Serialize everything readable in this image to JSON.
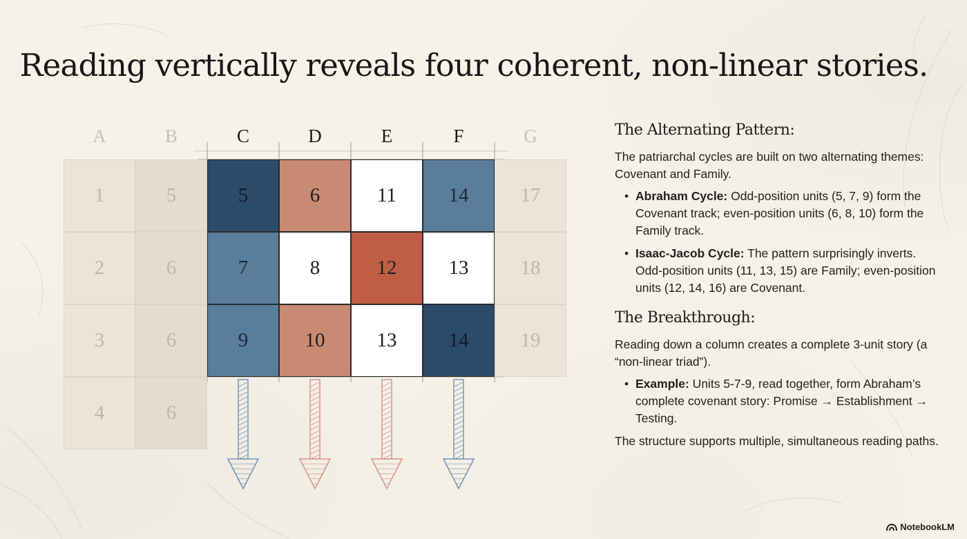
{
  "title": "Reading vertically reveals four coherent, non-linear stories.",
  "grid": {
    "columns": [
      {
        "label": "A",
        "faded": true,
        "cells": [
          "1",
          "2",
          "3",
          "4"
        ]
      },
      {
        "label": "B",
        "faded": true,
        "cells": [
          "5",
          "6",
          "6",
          "6"
        ]
      },
      {
        "label": "C",
        "faded": false,
        "cells": [
          "5",
          "7",
          "9"
        ],
        "fills": [
          "#2b4b6b",
          "#5b7d9c",
          "#5b7d9c"
        ],
        "arrow_color": "#7a96b3"
      },
      {
        "label": "D",
        "faded": false,
        "cells": [
          "6",
          "8",
          "10"
        ],
        "fills": [
          "#c98a74",
          "#ffffff",
          "#c98a74"
        ],
        "arrow_color": "#d9968a"
      },
      {
        "label": "E",
        "faded": false,
        "cells": [
          "11",
          "12",
          "13"
        ],
        "fills": [
          "#ffffff",
          "#bf5e44",
          "#ffffff"
        ],
        "arrow_color": "#d9968a"
      },
      {
        "label": "F",
        "faded": false,
        "cells": [
          "14",
          "13",
          "14"
        ],
        "fills": [
          "#5b7d9c",
          "#ffffff",
          "#2b4b6b"
        ],
        "arrow_color": "#7a96b3"
      },
      {
        "label": "G",
        "faded": true,
        "cells": [
          "17",
          "18",
          "19"
        ]
      }
    ],
    "colors": {
      "faded_cell_a": "#ebe4d9",
      "faded_cell_b": "#e6dccd",
      "faded_cell_g": "#ebe4d9",
      "faded_text": "#c0b5a7",
      "navy": "#2b4b6b",
      "steel": "#5b7d9c",
      "salmon": "#c98a74",
      "rust": "#bf5e44"
    }
  },
  "panel": {
    "pattern_heading": "The Alternating Pattern:",
    "pattern_intro": "The patriarchal cycles are built on two alternating themes: Covenant and Family.",
    "pattern_items": [
      {
        "bold": "Abraham Cycle:",
        "text": " Odd-position units (5, 7, 9) form the Covenant track; even-position units (6, 8, 10) form the Family track."
      },
      {
        "bold": "Isaac-Jacob Cycle:",
        "text": " The pattern surprisingly inverts. Odd-position units (11, 13, 15) are Family; even-position units (12, 14, 16) are Covenant."
      }
    ],
    "breakthrough_heading": "The Breakthrough:",
    "breakthrough_intro": "Reading down a column creates a complete 3-unit story (a “non-linear triad”).",
    "breakthrough_items": [
      {
        "bold": "Example:",
        "text": " Units 5-7-9, read together, form Abraham’s complete covenant story: Promise → Establishment → Testing."
      }
    ],
    "closing": "The structure supports multiple, simultaneous reading paths."
  },
  "brand": {
    "label": "NotebookLM",
    "icon": "notebooklm-logo-icon"
  }
}
